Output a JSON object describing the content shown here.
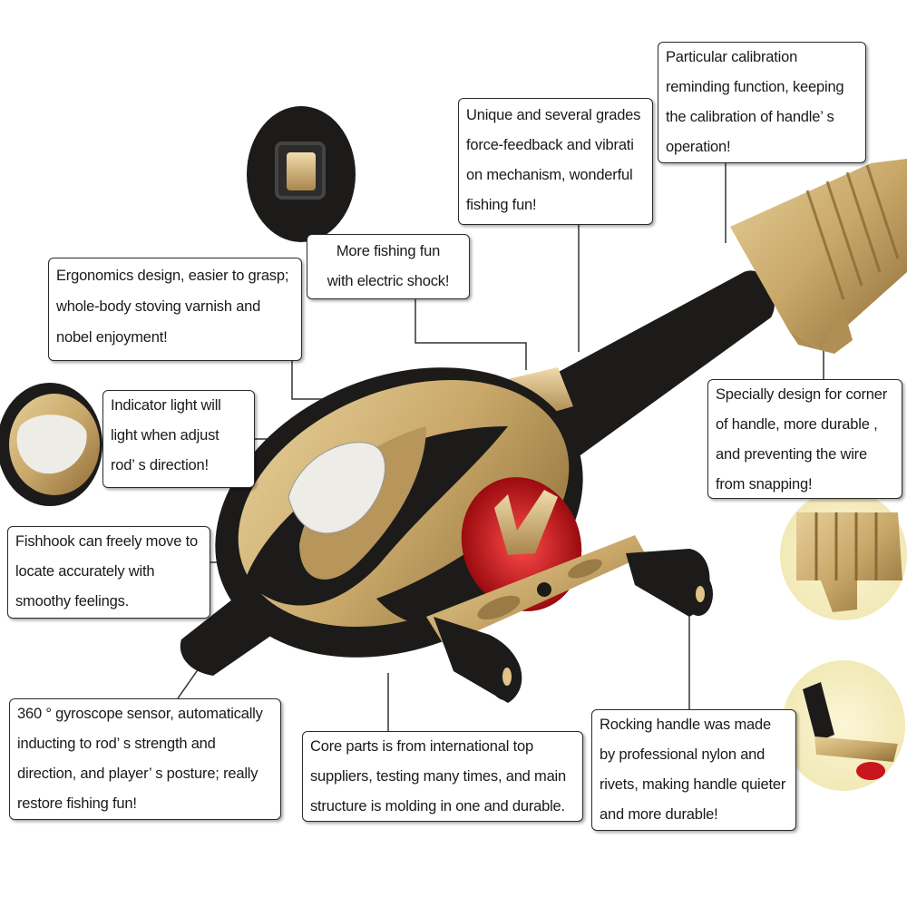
{
  "callouts": {
    "calibration": [
      "Particular calibration",
      "reminding function, keeping",
      "the calibration of handle’ s",
      "operation!"
    ],
    "force_feedback": [
      "Unique and several grades",
      "force-feedback and vibrati",
      "on mechanism, wonderful",
      "fishing fun!"
    ],
    "electric_shock": [
      "More fishing fun",
      "with electric shock!"
    ],
    "ergonomics": [
      "Ergonomics design, easier to grasp;",
      " whole-body stoving varnish and",
      "nobel enjoyment!"
    ],
    "indicator": [
      "Indicator light will",
      "light when adjust",
      "rod’ s direction!"
    ],
    "corner": [
      "Specially design for corner",
      "of handle, more durable ,",
      " and preventing the wire",
      "from snapping!"
    ],
    "fishhook": [
      "Fishhook can freely move to",
      "locate accurately with",
      "smoothy feelings."
    ],
    "gyroscope": [
      "360 ° gyroscope sensor, automatically",
      " inducting to rod’ s strength and",
      "direction, and player’ s posture; really",
      "restore fishing fun!"
    ],
    "core_parts": [
      "Core parts is from international top",
      "suppliers, testing many times, and main",
      "structure is molding in one and durable."
    ],
    "rocking_handle": [
      "Rocking handle was made",
      "by professional nylon and",
      "rivets, making handle quieter",
      "and more durable!"
    ]
  },
  "colors": {
    "gold": "#c9a86a",
    "gold_dark": "#9c7b42",
    "body_black": "#1c1b1a",
    "spool_red": "#c8161c",
    "light_white": "#eeece6",
    "inset_bg": "#f7f0c4"
  }
}
